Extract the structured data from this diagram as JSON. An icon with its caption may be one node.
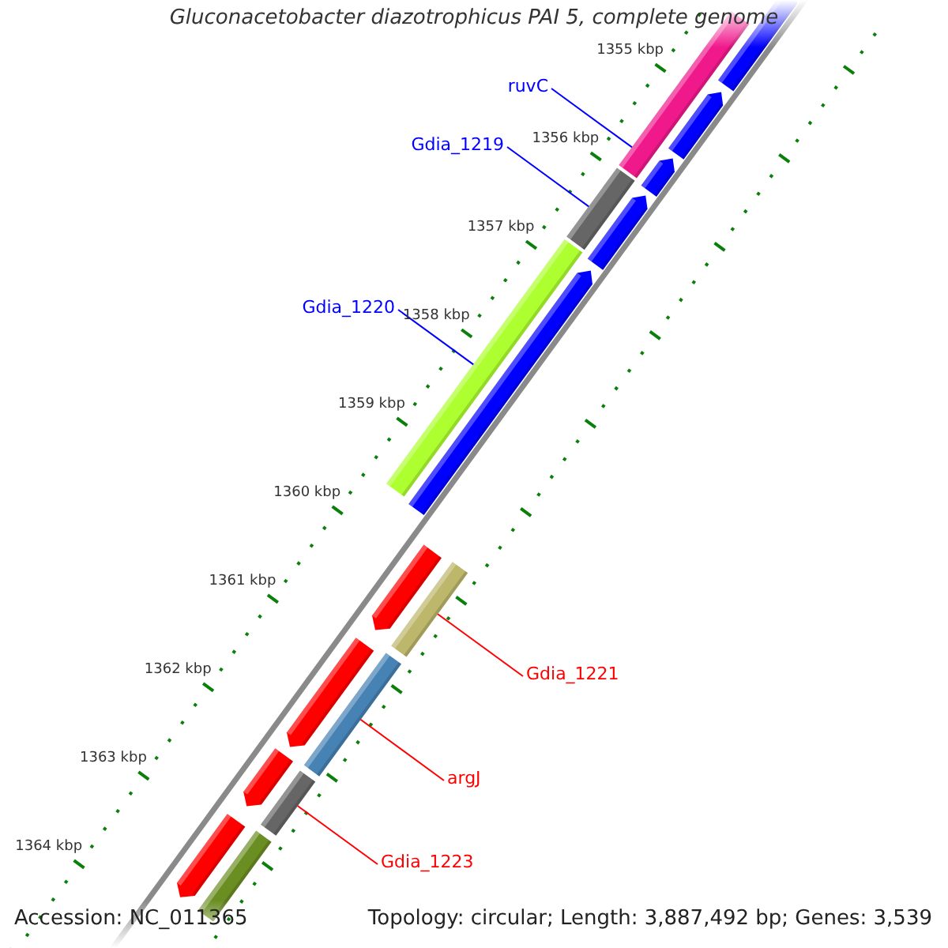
{
  "diagram": {
    "title": "Gluconacetobacter diazotrophicus PAI 5, complete genome",
    "nodes": [
      {
        "text": [
          "ruvC"
        ]
      },
      {
        "text": [
          "Gdia_1219"
        ]
      },
      {
        "text": [
          "Gdia_1220"
        ]
      },
      {
        "text": [
          "Gdia_1221"
        ]
      },
      {
        "text": [
          "argJ"
        ]
      },
      {
        "text": [
          "Gdia_1223"
        ]
      },
      {
        "text": [],
        "shape": "bar"
      },
      {
        "text": [],
        "shape": "pentagon"
      },
      {
        "text": [],
        "shape": "pentagon"
      },
      {
        "text": [],
        "shape": "pentagon"
      },
      {
        "text": [],
        "shape": "bar"
      },
      {
        "text": [],
        "shape": "pentagon"
      },
      {
        "text": [],
        "shape": "bar"
      },
      {
        "text": [],
        "shape": "pentagon"
      },
      {
        "text": [],
        "shape": "bar"
      },
      {
        "text": [],
        "shape": "pentagon"
      },
      {
        "text": [],
        "shape": "bar"
      },
      {
        "text": [],
        "shape": "pentagon"
      },
      {
        "text": [],
        "shape": "pentagon"
      },
      {
        "text": [],
        "shape": "bar"
      },
      {
        "text": [],
        "shape": "bar"
      },
      {
        "text": [],
        "shape": "pentagon"
      }
    ],
    "edges": [
      {
        "from": 0,
        "to": 6,
        "arrow": "none",
        "color": "#0000ff"
      },
      {
        "from": 1,
        "to": 10,
        "arrow": "none",
        "color": "#0000ff"
      },
      {
        "from": 2,
        "to": 12,
        "arrow": "none",
        "color": "#0000ff"
      },
      {
        "from": 3,
        "to": 14,
        "arrow": "none",
        "color": "#ff0000"
      },
      {
        "from": 4,
        "to": 16,
        "arrow": "none",
        "color": "#ff0000"
      },
      {
        "from": 5,
        "to": 19,
        "arrow": "none",
        "color": "#ff0000"
      }
    ],
    "labels": [
      "1355 kbp",
      "1356 kbp",
      "1357 kbp",
      "1358 kbp",
      "1359 kbp",
      "1360 kbp",
      "1361 kbp",
      "1362 kbp",
      "1363 kbp",
      "1364 kbp",
      "Accession: NC_011365",
      "Topology: circular; Length: 3,887,492 bp; Genes: 3,539"
    ]
  }
}
